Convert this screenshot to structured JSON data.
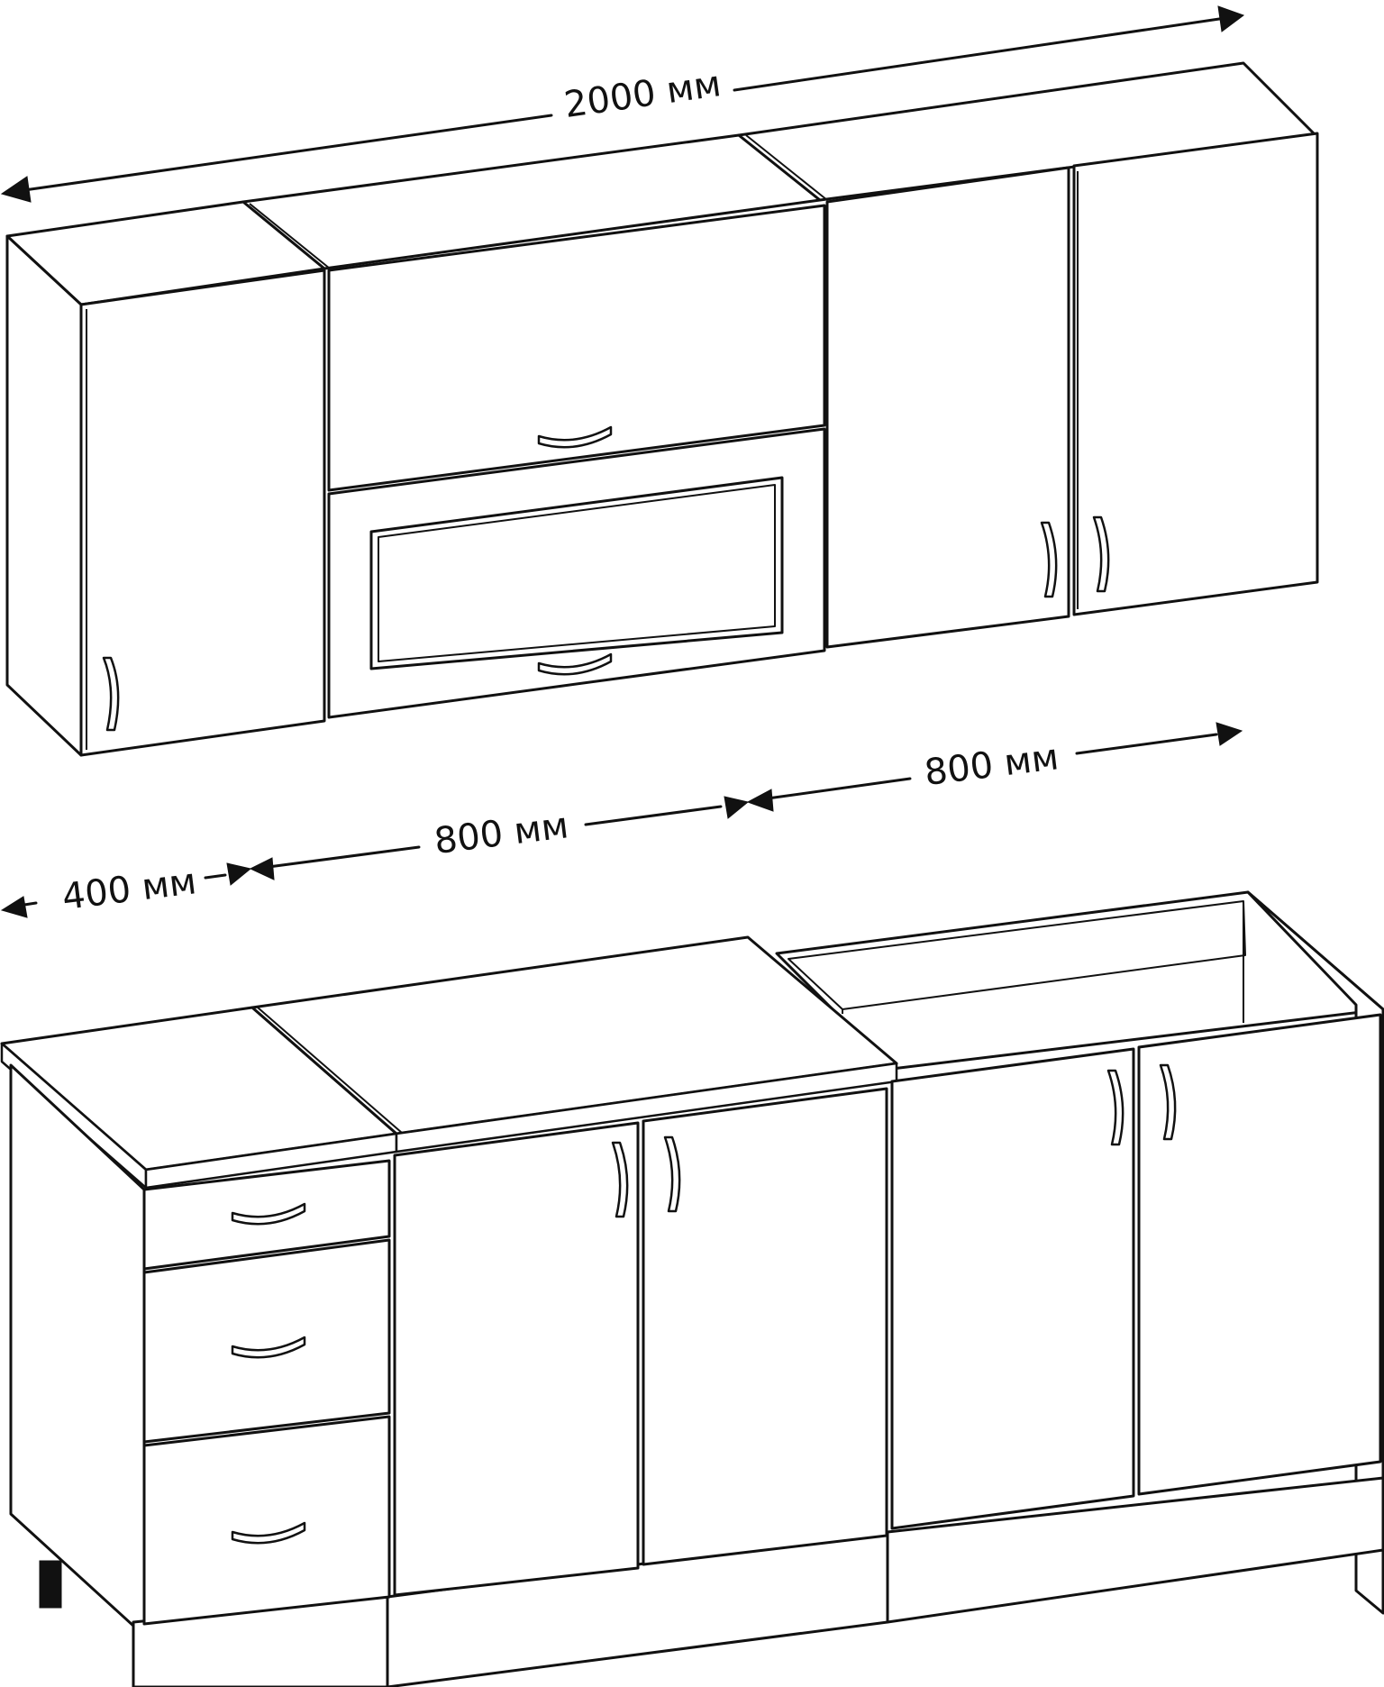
{
  "dimensions": {
    "total_width": "2000 мм",
    "module_left": "400 мм",
    "module_middle": "800 мм",
    "module_right": "800 мм"
  },
  "colors": {
    "line": "#111111",
    "background": "#ffffff"
  },
  "icons": {
    "arrowhead": "arrowhead-icon",
    "handle": "arched-handle-icon"
  }
}
